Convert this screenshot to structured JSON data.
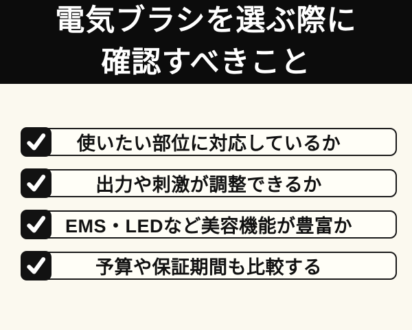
{
  "header": {
    "title_lines": [
      "電気ブラシを選ぶ際に",
      "確認すべきこと"
    ]
  },
  "checklist": {
    "items": [
      {
        "label": "使いたい部位に対応しているか",
        "checked": true
      },
      {
        "label": "出力や刺激が調整できるか",
        "checked": true
      },
      {
        "label": "EMS・LEDなど美容機能が豊富か",
        "checked": true
      },
      {
        "label": "予算や保証期間も比較する",
        "checked": true
      }
    ]
  },
  "colors": {
    "page_bg": "#FBF9EF",
    "header_bg": "#0C0C0C",
    "header_text": "#FFFFFF",
    "checkbox_bg": "#121212",
    "checkmark": "#FFFFFF",
    "box_bg": "#FFFEF7",
    "box_border": "#1A1A1A",
    "item_text": "#111111"
  }
}
